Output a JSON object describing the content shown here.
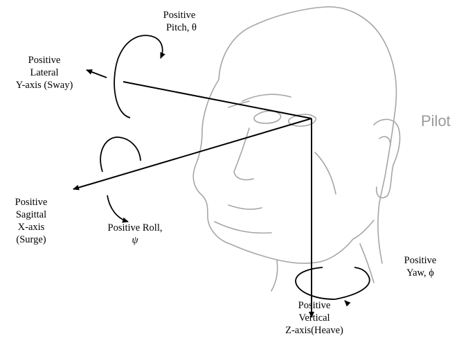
{
  "head_label": "Pilot",
  "labels": {
    "pitch": [
      "Positive",
      "Pitch, θ"
    ],
    "lateral": [
      "Positive",
      "Lateral",
      "Y-axis (Sway)"
    ],
    "sagittal": [
      "Positive",
      "Sagittal",
      "X-axis",
      "(Surge)"
    ],
    "roll": [
      "Positive Roll,",
      "ψ"
    ],
    "yaw": [
      "Positive",
      "Yaw, ϕ"
    ],
    "vertical": [
      "Positive",
      "Vertical",
      "Z-axis(Heave)"
    ]
  },
  "colors": {
    "head_outline": "#a6a6a6",
    "axes": "#000000",
    "pilot_text": "#9a9a9a"
  }
}
